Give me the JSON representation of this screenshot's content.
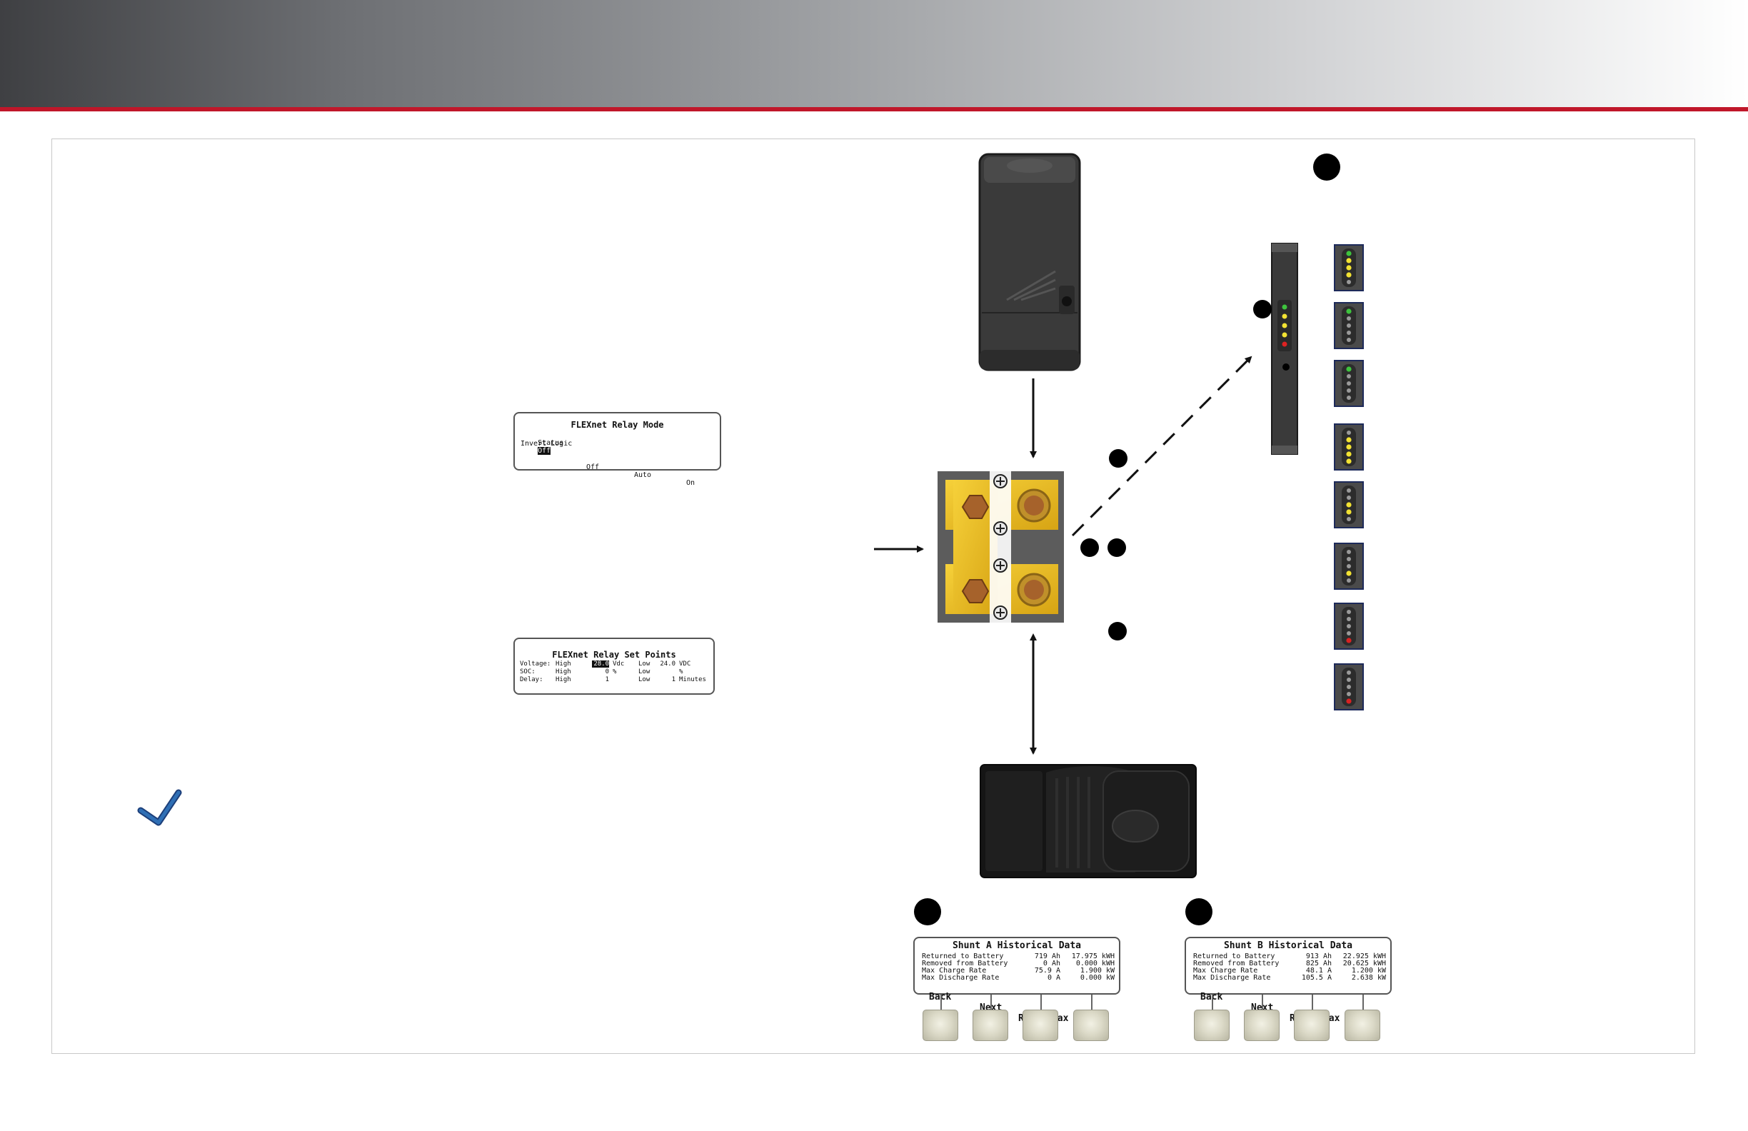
{
  "colors": {
    "accent_red": "#c0172a",
    "header_dark": "#3f4043",
    "check_blue": "#2f6fb5"
  },
  "icons": {
    "checkmark": "check-icon"
  },
  "relay_mode": {
    "title": "FLEXnet Relay Mode",
    "status_label": "Status",
    "status_value": "Off",
    "invert_label": "Invert Logic",
    "keys": [
      "Off",
      "Auto",
      "On"
    ]
  },
  "set_points": {
    "title": "FLEXnet Relay Set Points",
    "rows": [
      {
        "label": "Voltage:",
        "high": "High",
        "high_val": "28.0",
        "high_unit": "Vdc",
        "low": "Low",
        "low_val": "24.0",
        "low_unit": "VDC"
      },
      {
        "label": "SOC:",
        "high": "High",
        "high_val": "0",
        "high_unit": "%",
        "low": "Low",
        "low_val": "",
        "low_unit": "%"
      },
      {
        "label": "Delay:",
        "high": "High",
        "high_val": "1",
        "high_unit": "",
        "low": "Low",
        "low_val": "1",
        "low_unit": "Minutes"
      }
    ]
  },
  "shunt_a": {
    "title": "Shunt A Historical Data",
    "rows": [
      {
        "label": "Returned to Battery",
        "v1": "719 Ah",
        "v2": "17.975 kWH"
      },
      {
        "label": "Removed from Battery",
        "v1": "0 Ah",
        "v2": "0.000 kWH"
      },
      {
        "label": "Max Charge Rate",
        "v1": "75.9 A",
        "v2": "1.900 kW"
      },
      {
        "label": "Max Discharge Rate",
        "v1": "0 A",
        "v2": "0.000 kW"
      }
    ],
    "keys": {
      "back": "Back",
      "next": "Next",
      "reset": "Reset Max"
    }
  },
  "shunt_b": {
    "title": "Shunt B Historical Data",
    "rows": [
      {
        "label": "Returned to Battery",
        "v1": "913 Ah",
        "v2": "22.925 kWH"
      },
      {
        "label": "Removed from Battery",
        "v1": "825 Ah",
        "v2": "20.625 kWH"
      },
      {
        "label": "Max Charge Rate",
        "v1": "48.1 A",
        "v2": "1.200 kW"
      },
      {
        "label": "Max Discharge Rate",
        "v1": "105.5 A",
        "v2": "2.638 kW"
      }
    ],
    "keys": {
      "back": "Back",
      "next": "Next",
      "reset": "Reset Max"
    }
  },
  "led_states": [
    [
      "green",
      "yellow",
      "yellow",
      "yellow",
      "off"
    ],
    [
      "green",
      "off",
      "off",
      "off",
      "off"
    ],
    [
      "green",
      "off",
      "off",
      "off",
      "off"
    ],
    [
      "off",
      "yellow",
      "yellow",
      "yellow",
      "yellow"
    ],
    [
      "off",
      "off",
      "yellow",
      "yellow",
      "off"
    ],
    [
      "off",
      "off",
      "off",
      "yellow",
      "off"
    ],
    [
      "off",
      "off",
      "off",
      "off",
      "red"
    ],
    [
      "off",
      "off",
      "off",
      "off",
      "red"
    ]
  ]
}
